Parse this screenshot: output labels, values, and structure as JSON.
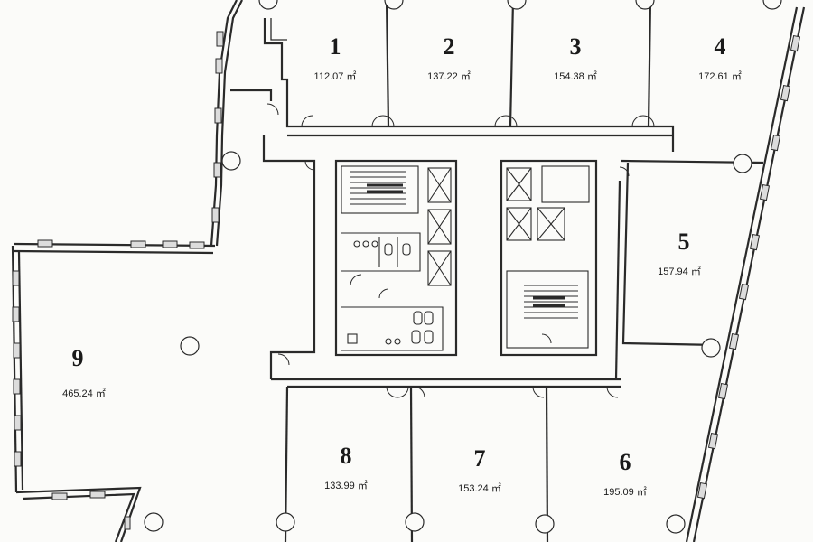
{
  "units": [
    {
      "number": "1",
      "area": "112.07 ㎡"
    },
    {
      "number": "2",
      "area": "137.22 ㎡"
    },
    {
      "number": "3",
      "area": "154.38 ㎡"
    },
    {
      "number": "4",
      "area": "172.61 ㎡"
    },
    {
      "number": "5",
      "area": "157.94 ㎡"
    },
    {
      "number": "6",
      "area": "195.09 ㎡"
    },
    {
      "number": "7",
      "area": "153.24 ㎡"
    },
    {
      "number": "8",
      "area": "133.99 ㎡"
    },
    {
      "number": "9",
      "area": "465.24 ㎡"
    }
  ],
  "colors": {
    "line": "#2a2a2a",
    "paper": "#fbfbf9"
  }
}
